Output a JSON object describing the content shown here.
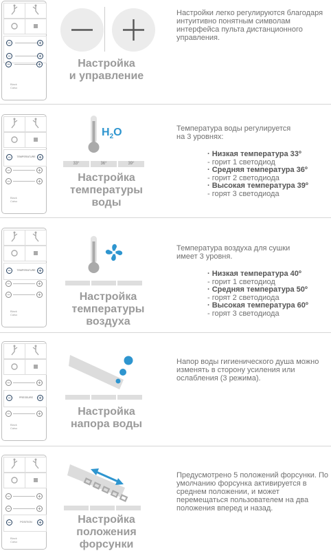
{
  "colors": {
    "accent_blue": "#2e95cf",
    "dark_button": "#1f3b5b",
    "title_gray": "#9a9a9a"
  },
  "remote": {
    "temp_label": "TEMPERATURE",
    "pressure_label": "PRESSURE",
    "position_label": "POSITION",
    "logo_line1": "Black",
    "logo_line2": "Caiso"
  },
  "sections": [
    {
      "title_line1": "Настройка",
      "title_line2": "и управление",
      "desc": "Настройки легко регулируются благодаря интуитивно понятным символам интерфейса пульта дистанционного управления."
    },
    {
      "title_line1": "Настройка",
      "title_line2": "температуры воды",
      "desc": "Температура воды регулируется на 3 уровнях:",
      "h2o": "H",
      "h2o_sub": "2",
      "h2o_o": "O",
      "scale": [
        "33°",
        "36°",
        "39°"
      ],
      "items": [
        {
          "label": "· Низкая температура 33º",
          "bold": true
        },
        {
          "label": "- горит 1 светодиод",
          "bold": false
        },
        {
          "label": "· Средняя температура 36º",
          "bold": true
        },
        {
          "label": "- горит 2 светодиода",
          "bold": false
        },
        {
          "label": "· Высокая температура 39º",
          "bold": true
        },
        {
          "label": "- горят 3 светодиода",
          "bold": false
        }
      ]
    },
    {
      "title_line1": "Настройка",
      "title_line2": "температуры воздуха",
      "desc": "Температура воздуха для сушки имеет 3 уровня.",
      "items": [
        {
          "label": "· Низкая температура 40º",
          "bold": true
        },
        {
          "label": "- горит 1 светодиод",
          "bold": false
        },
        {
          "label": "· Средняя температура 50º",
          "bold": true
        },
        {
          "label": "- горят 2 светодиода",
          "bold": false
        },
        {
          "label": "· Высокая температура 60º",
          "bold": true
        },
        {
          "label": "- горят 3 светодиода",
          "bold": false
        }
      ]
    },
    {
      "title_line1": "Настройка",
      "title_line2": "напора воды",
      "desc": "Напор воды гигиенического душа можно изменять в сторону усиления или ослабления (3 режима)."
    },
    {
      "title_line1": "Настройка",
      "title_line2": "положения форсунки",
      "desc": "Предусмотрено 5 положений форсунки. По умолчанию форсунка активируется в среднем положении, и может перемещаться пользователем на два положения вперед и назад."
    }
  ]
}
